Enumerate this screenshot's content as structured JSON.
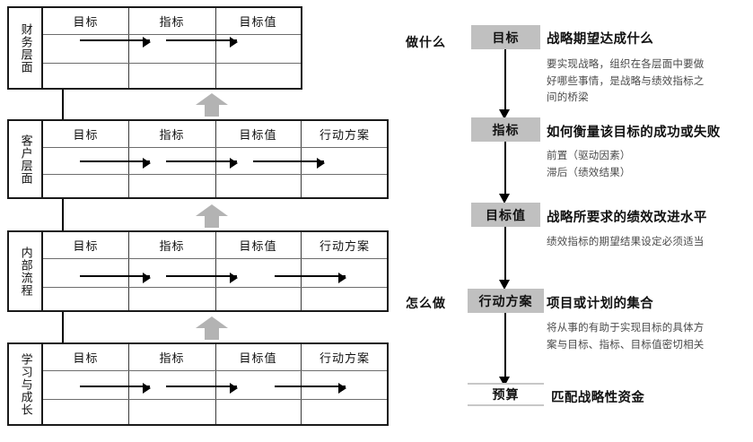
{
  "diagram": {
    "title_note": "Balanced Scorecard strategy map with objective/measure/target/initiative chain",
    "accent_gray": "#c0c0c0",
    "arrow_gray": "#b3b3b3",
    "line_black": "#000000"
  },
  "bsc": {
    "column_headers_4": [
      "目标",
      "指标",
      "目标值",
      "行动方案"
    ],
    "column_headers_3": [
      "目标",
      "指标",
      "目标值"
    ],
    "layers": [
      {
        "name": "财务层面",
        "headers": [
          "目标",
          "指标",
          "目标值"
        ],
        "arrow_count": 2
      },
      {
        "name": "客户层面",
        "headers": [
          "目标",
          "指标",
          "目标值",
          "行动方案"
        ],
        "arrow_count": 3
      },
      {
        "name": "内部流程",
        "headers": [
          "目标",
          "指标",
          "目标值",
          "行动方案"
        ],
        "arrow_count": 3
      },
      {
        "name": "学习与成长",
        "headers": [
          "目标",
          "指标",
          "目标值",
          "行动方案"
        ],
        "arrow_count": 3
      }
    ]
  },
  "flow": {
    "left_labels": [
      {
        "text": "做什么"
      },
      {
        "text": "怎么做"
      }
    ],
    "steps": [
      {
        "box": "目标",
        "title": "战略期望达成什么",
        "desc_lines": [
          "要实现战略，组织在各层面中要做",
          "好哪些事情，是战略与绩效指标之",
          "间的桥梁"
        ]
      },
      {
        "box": "指标",
        "title": "如何衡量该目标的成功或失败",
        "desc_lines": [
          "前置（驱动因素）",
          "滞后（绩效结果）"
        ]
      },
      {
        "box": "目标值",
        "title": "战略所要求的绩效改进水平",
        "desc_lines": [
          "绩效指标的期望结果设定必须适当"
        ]
      },
      {
        "box": "行动方案",
        "title": "项目或计划的集合",
        "desc_lines": [
          "将从事的有助于实现目标的具体方",
          "案与目标、指标、目标值密切相关"
        ]
      },
      {
        "box": "预算",
        "title": "匹配战略性资金",
        "desc_lines": []
      }
    ]
  }
}
